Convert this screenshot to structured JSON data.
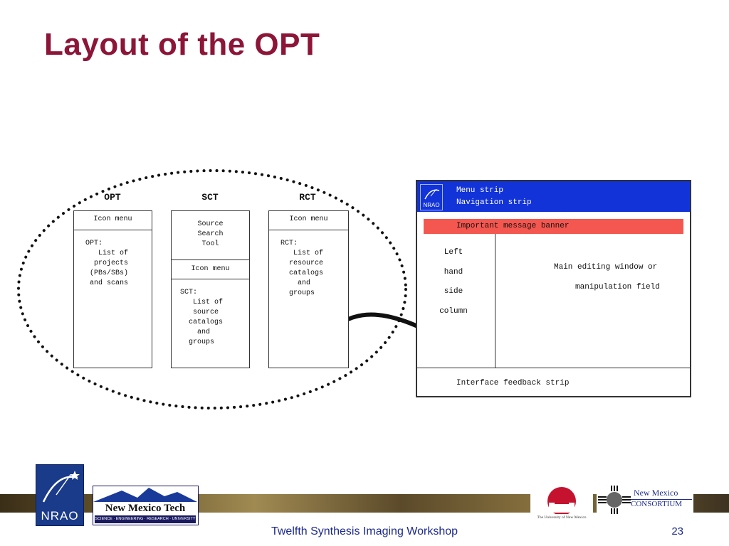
{
  "slide": {
    "title": "Layout of the OPT"
  },
  "columns": [
    {
      "heading": "OPT",
      "cells": [
        "Icon menu",
        "OPT:\n   List of\n  projects\n (PBs/SBs)\n and scans"
      ]
    },
    {
      "heading": "SCT",
      "cells": [
        "Source\nSearch\nTool",
        "Icon menu",
        "SCT:\n   List of\n   source\n  catalogs\n    and\n  groups"
      ]
    },
    {
      "heading": "RCT",
      "cells": [
        "Icon menu",
        "RCT:\n   List of\n  resource\n  catalogs\n    and\n  groups"
      ]
    }
  ],
  "mockup": {
    "logo_text": "NRAO",
    "menu_strip": "Menu strip",
    "navigation_strip": "Navigation strip",
    "banner": "Important message banner",
    "left_column": [
      "Left",
      "hand",
      "side",
      "column"
    ],
    "main_line1": "Main editing window or",
    "main_line2": "manipulation field",
    "feedback": "Interface feedback strip"
  },
  "footer": {
    "text": "Twelfth Synthesis Imaging Workshop",
    "page": "23",
    "nrao": "NRAO",
    "nmt_name": "New Mexico Tech",
    "nmt_tagline": "SCIENCE · ENGINEERING · RESEARCH · UNIVERSITY",
    "unm": "The University of New Mexico",
    "nmc_line1": "New Mexico",
    "nmc_line2": "CONSORTIUM"
  },
  "colors": {
    "title": "#8c1538",
    "mockup_bar": "#1233d8",
    "banner": "#f4574f",
    "footer_text": "#1c2a8c"
  }
}
